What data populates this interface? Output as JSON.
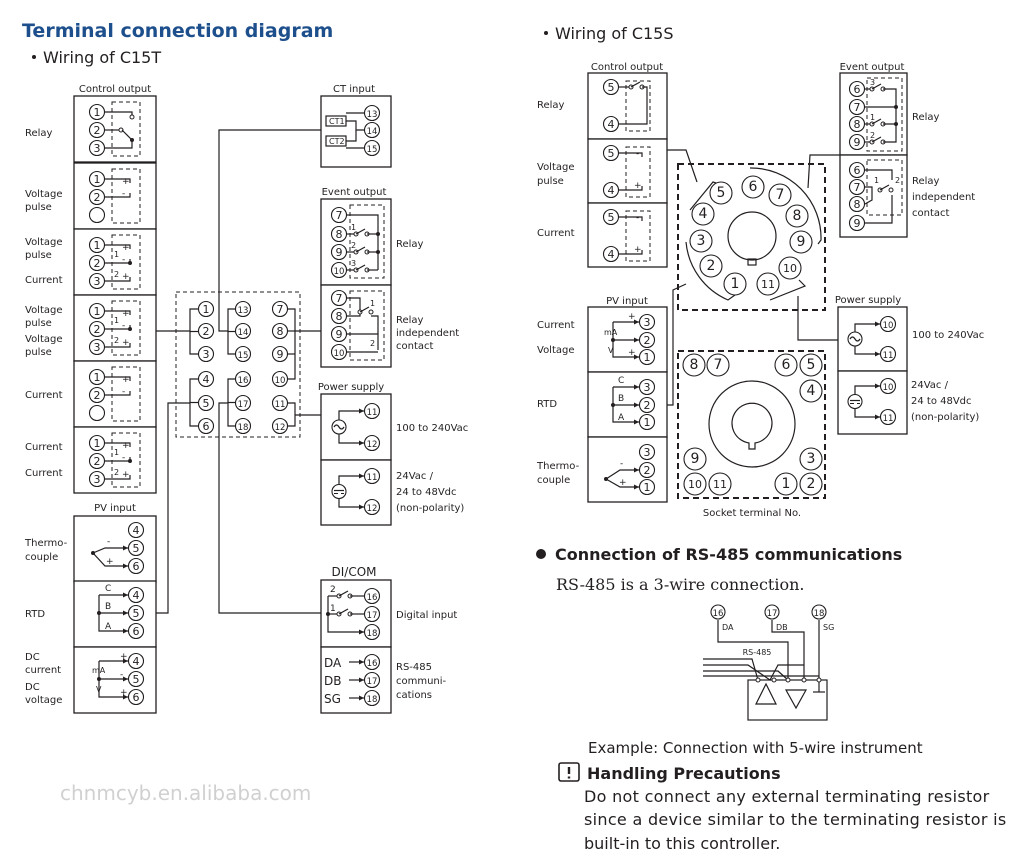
{
  "title": "Terminal connection diagram",
  "colors": {
    "title": "#1c4f8c",
    "ink": "#231f20"
  },
  "watermark": "chnmcyb.en.alibaba.com",
  "symbols": {
    "plus": "+",
    "minus": "-"
  },
  "c15t": {
    "heading": "Wiring of C15T",
    "control_output": {
      "label": "Control output",
      "rows": [
        {
          "labels": [
            "Relay"
          ],
          "terminals": [
            "1",
            "2",
            "3"
          ]
        },
        {
          "labels": [
            "Voltage",
            "pulse"
          ],
          "terminals": [
            "1",
            "2",
            ""
          ]
        },
        {
          "labels": [
            "Voltage",
            "pulse",
            "Current"
          ],
          "terminals": [
            "1",
            "2",
            "3"
          ],
          "channels": [
            "1",
            "2"
          ]
        },
        {
          "labels": [
            "Voltage",
            "pulse",
            "Voltage",
            "pulse"
          ],
          "terminals": [
            "1",
            "2",
            "3"
          ],
          "channels": [
            "1",
            "2"
          ]
        },
        {
          "labels": [
            "Current"
          ],
          "terminals": [
            "1",
            "2",
            ""
          ]
        },
        {
          "labels": [
            "Current",
            "Current"
          ],
          "terminals": [
            "1",
            "2",
            "3"
          ],
          "channels": [
            "1",
            "2"
          ]
        }
      ]
    },
    "pv_input": {
      "label": "PV input",
      "rows": [
        {
          "labels": [
            "Thermo-",
            "couple"
          ],
          "terminals": [
            "4",
            "5",
            "6"
          ]
        },
        {
          "labels": [
            "RTD"
          ],
          "terminals": [
            "4",
            "5",
            "6"
          ],
          "marks": [
            "C",
            "B",
            "A"
          ]
        },
        {
          "labels": [
            "DC",
            "current",
            "DC",
            "voltage"
          ],
          "terminals": [
            "4",
            "5",
            "6"
          ],
          "marks": [
            "mA",
            "V"
          ]
        }
      ]
    },
    "terminal_block": {
      "columns": [
        [
          "1",
          "2",
          "3",
          "4",
          "5",
          "6"
        ],
        [
          "13",
          "14",
          "15",
          "16",
          "17",
          "18"
        ],
        [
          "7",
          "8",
          "9",
          "10",
          "11",
          "12"
        ]
      ]
    },
    "ct_input": {
      "label": "CT input",
      "terminals": [
        "13",
        "14",
        "15"
      ],
      "marks": [
        "CT1",
        "CT2"
      ]
    },
    "event_output": {
      "label": "Event output",
      "rows": [
        {
          "labels": [
            "Relay"
          ],
          "terminals": [
            "7",
            "8",
            "9",
            "10"
          ],
          "channels": [
            "1",
            "2",
            "3"
          ]
        },
        {
          "labels": [
            "Relay",
            "independent",
            "contact"
          ],
          "terminals": [
            "7",
            "8",
            "9",
            "10"
          ],
          "channels": [
            "1",
            "2"
          ]
        }
      ]
    },
    "power_supply": {
      "label": "Power supply",
      "rows": [
        {
          "labels": [
            "100 to 240Vac"
          ],
          "terminals": [
            "11",
            "12"
          ]
        },
        {
          "labels": [
            "24Vac /",
            "24 to 48Vdc",
            "(non-polarity)"
          ],
          "terminals": [
            "11",
            "12"
          ]
        }
      ]
    },
    "di_com": {
      "label": "DI/COM",
      "rows": [
        {
          "labels": [
            "Digital input"
          ],
          "terminals": [
            "16",
            "17",
            "18"
          ],
          "channels": [
            "2",
            "1"
          ]
        },
        {
          "labels": [
            "RS-485",
            "communi-",
            "cations"
          ],
          "terminals": [
            "16",
            "17",
            "18"
          ],
          "signals": [
            "DA",
            "DB",
            "SG"
          ]
        }
      ]
    }
  },
  "c15s": {
    "heading": "Wiring of C15S",
    "control_output": {
      "label": "Control output",
      "rows": [
        {
          "labels": [
            "Relay"
          ],
          "terminals": [
            "5",
            "4"
          ]
        },
        {
          "labels": [
            "Voltage",
            "pulse"
          ],
          "terminals": [
            "5",
            "4"
          ]
        },
        {
          "labels": [
            "Current"
          ],
          "terminals": [
            "5",
            "4"
          ]
        }
      ]
    },
    "event_output": {
      "label": "Event output",
      "rows": [
        {
          "labels": [
            "Relay"
          ],
          "terminals": [
            "6",
            "7",
            "8",
            "9"
          ],
          "channels": [
            "3",
            "1",
            "2"
          ]
        },
        {
          "labels": [
            "Relay",
            "independent",
            "contact"
          ],
          "terminals": [
            "6",
            "7",
            "8",
            "9"
          ],
          "channels": [
            "1",
            "2"
          ]
        }
      ]
    },
    "pv_input": {
      "label": "PV input",
      "rows": [
        {
          "labels": [
            "Current",
            "Voltage"
          ],
          "terminals": [
            "3",
            "2",
            "1"
          ],
          "marks": [
            "mA",
            "V"
          ]
        },
        {
          "labels": [
            "RTD"
          ],
          "terminals": [
            "3",
            "2",
            "1"
          ],
          "marks": [
            "C",
            "B",
            "A"
          ]
        },
        {
          "labels": [
            "Thermo-",
            "couple"
          ],
          "terminals": [
            "3",
            "2",
            "1"
          ]
        }
      ]
    },
    "power_supply": {
      "label": "Power supply",
      "rows": [
        {
          "labels": [
            "100 to 240Vac"
          ],
          "terminals": [
            "10",
            "11"
          ]
        },
        {
          "labels": [
            "24Vac /",
            "24 to 48Vdc",
            "(non-polarity)"
          ],
          "terminals": [
            "10",
            "11"
          ]
        }
      ]
    },
    "socket_top": [
      "5",
      "6",
      "7",
      "8",
      "9",
      "10",
      "11",
      "1",
      "2",
      "3",
      "4"
    ],
    "socket_bottom": [
      "8",
      "7",
      "6",
      "5",
      "4",
      "9",
      "10",
      "11",
      "1",
      "2",
      "3"
    ],
    "socket_caption": "Socket terminal No."
  },
  "rs485": {
    "heading": "Connection of RS-485 communications",
    "intro": "RS-485 is a 3-wire connection.",
    "terminals": [
      "16",
      "17",
      "18"
    ],
    "signals": [
      "DA",
      "DB",
      "SG"
    ],
    "bus_label": "RS-485",
    "example": "Example: Connection with 5-wire instrument"
  },
  "precautions": {
    "icon": "exclamation-icon",
    "heading": "Handling Precautions",
    "lines": [
      "Do not connect any external terminating resistor",
      "since a device similar to the terminating resistor is",
      "built-in to this controller."
    ]
  }
}
